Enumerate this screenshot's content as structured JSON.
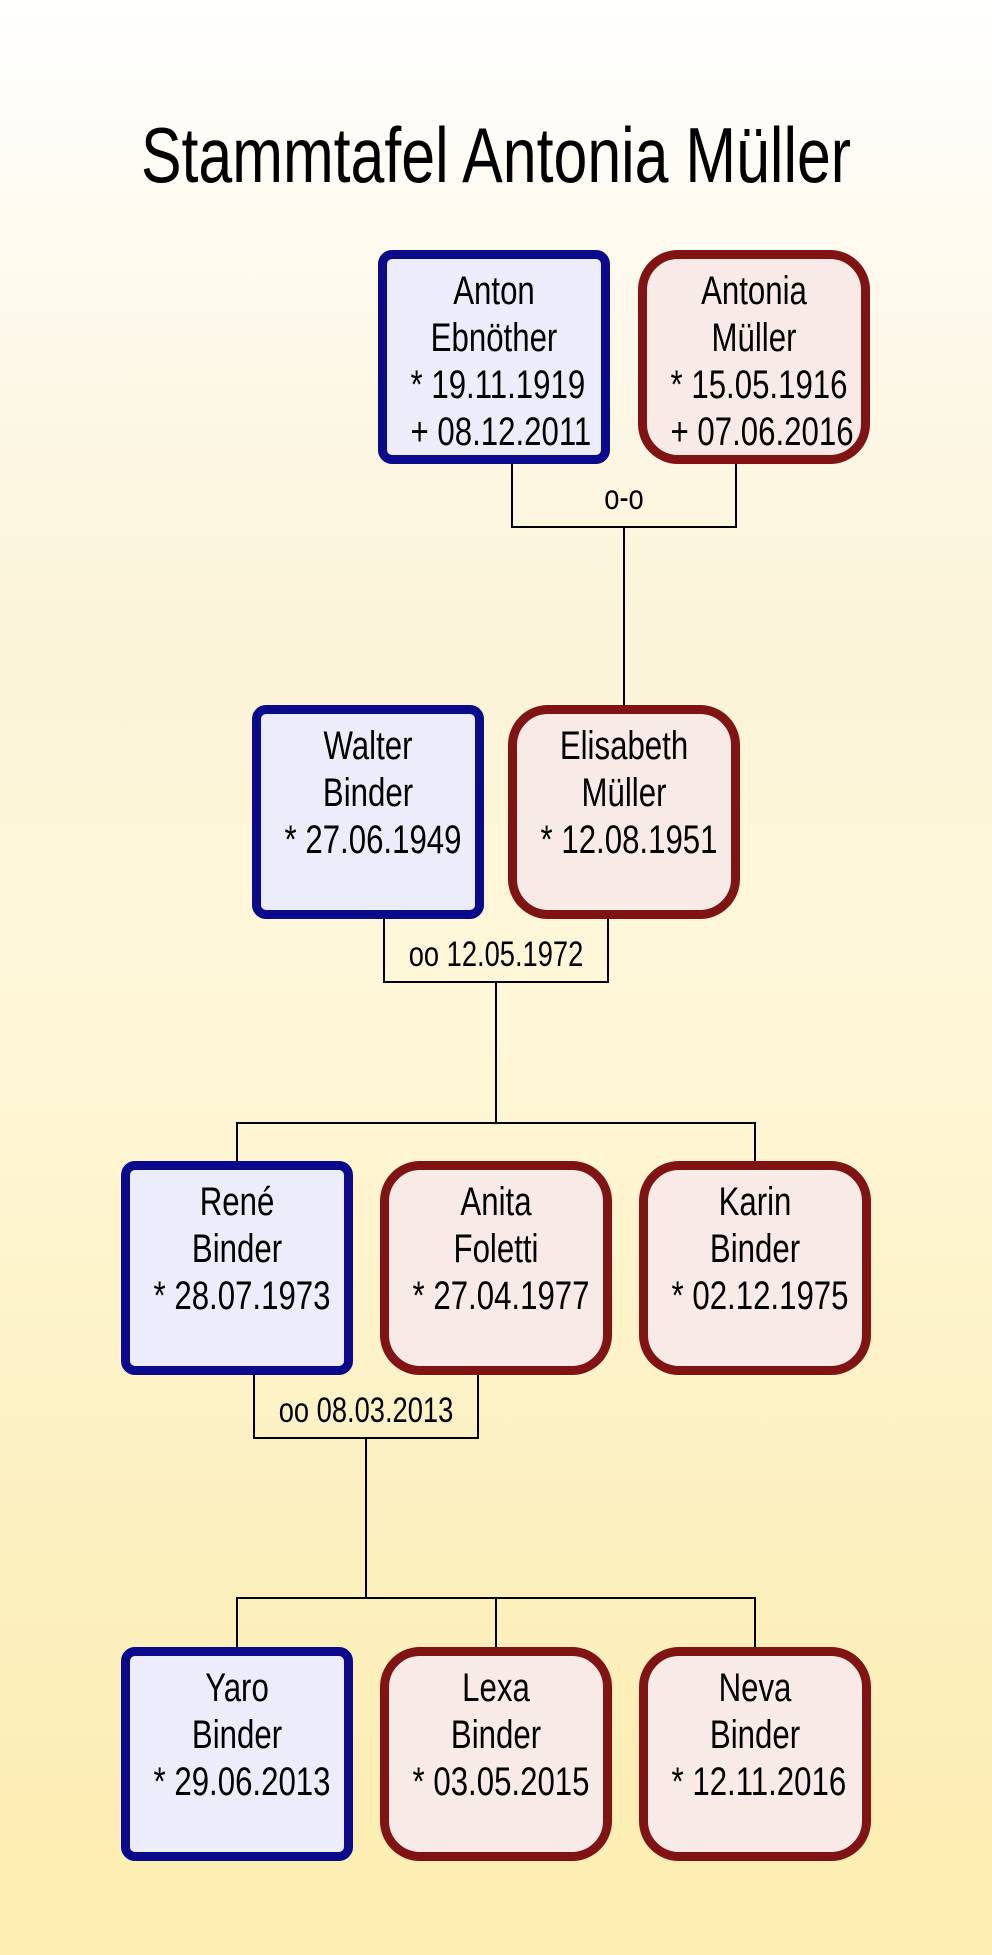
{
  "title": "Stammtafel Antonia Müller",
  "colors": {
    "male_border": "#0a0a8b",
    "male_fill": "#ececfa",
    "female_border": "#801414",
    "female_fill": "#f8eae7",
    "line": "#000000",
    "background_top": "#ffffff",
    "background_bottom": "#fdedb0"
  },
  "persons": [
    {
      "name_line1": "Anton",
      "name_line2": "Ebnöther",
      "birth": "* 19.11.1919",
      "death": "+ 08.12.2011",
      "sex": "male"
    },
    {
      "name_line1": "Antonia",
      "name_line2": "Müller",
      "birth": "* 15.05.1916",
      "death": "+ 07.06.2016",
      "sex": "female"
    },
    {
      "name_line1": "Walter",
      "name_line2": "Binder",
      "birth": "* 27.06.1949",
      "sex": "male"
    },
    {
      "name_line1": "Elisabeth",
      "name_line2": "Müller",
      "birth": "* 12.08.1951",
      "sex": "female"
    },
    {
      "name_line1": "René",
      "name_line2": "Binder",
      "birth": "* 28.07.1973",
      "sex": "male"
    },
    {
      "name_line1": "Anita",
      "name_line2": "Foletti",
      "birth": "* 27.04.1977",
      "sex": "female"
    },
    {
      "name_line1": "Karin",
      "name_line2": "Binder",
      "birth": "* 02.12.1975",
      "sex": "female"
    },
    {
      "name_line1": "Yaro",
      "name_line2": "Binder",
      "birth": "* 29.06.2013",
      "sex": "male"
    },
    {
      "name_line1": "Lexa",
      "name_line2": "Binder",
      "birth": "* 03.05.2015",
      "sex": "female"
    },
    {
      "name_line1": "Neva",
      "name_line2": "Binder",
      "birth": "* 12.11.2016",
      "sex": "female"
    }
  ],
  "unions": [
    {
      "label": "o-o"
    },
    {
      "label": "oo 12.05.1972"
    },
    {
      "label": "oo 08.03.2013"
    }
  ]
}
